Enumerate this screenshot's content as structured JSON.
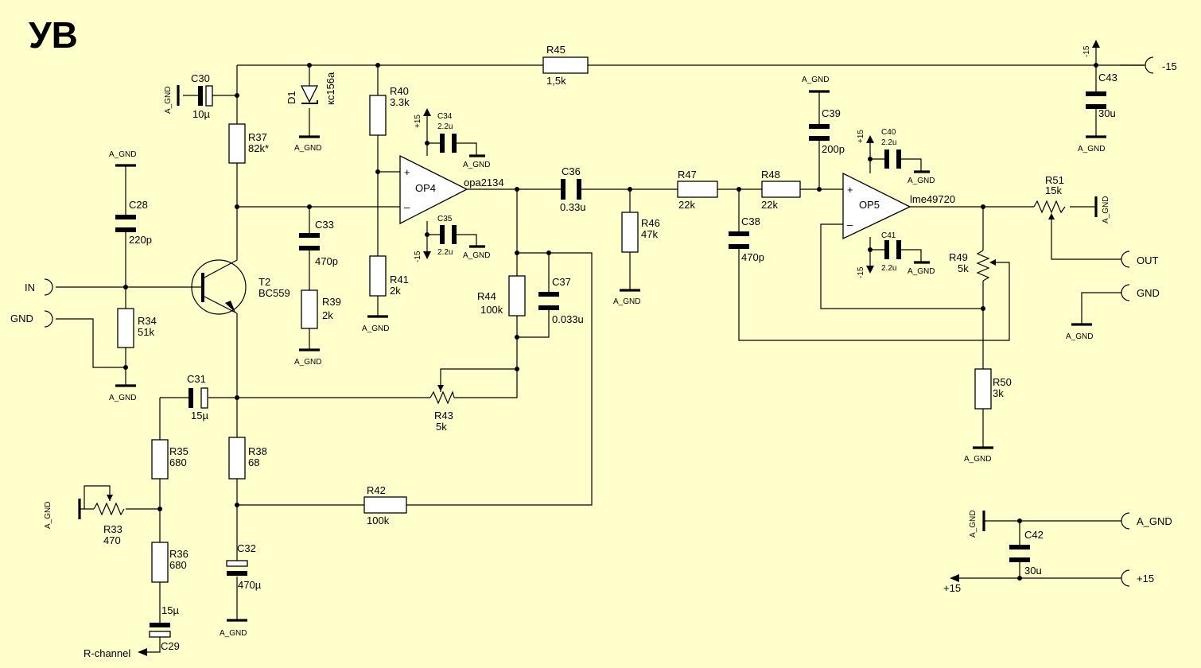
{
  "title": "УВ",
  "labels": {
    "R45": "R45",
    "R45v": "1,5k",
    "C30": "C30",
    "C30v": "10µ",
    "D1": "D1",
    "D1v": "кс156а",
    "R40": "R40",
    "R40v": "3.3k",
    "R37": "R37",
    "R37v": "82k*",
    "C28": "C28",
    "C28v": "220p",
    "C33": "C33",
    "C33v": "470p",
    "R39": "R39",
    "R39v": "2k",
    "R41": "R41",
    "R41v": "2k",
    "R34": "R34",
    "R34v": "51k",
    "T2": "T2",
    "T2v": "BC559",
    "C31": "C31",
    "C31v": "15µ",
    "R43": "R43",
    "R43v": "5k",
    "R44": "R44",
    "R44v": "100k",
    "C37": "C37",
    "C37v": "0.033u",
    "C34": "C34",
    "C34v": "2.2u",
    "C35": "C35",
    "C35v": "2.2u",
    "OP4": "OP4",
    "OP4v": "opa2134",
    "C36": "C36",
    "C36v": "0.33u",
    "R46": "R46",
    "R46v": "47k",
    "R47": "R47",
    "R47v": "22k",
    "R48": "R48",
    "R48v": "22k",
    "C38": "C38",
    "C38v": "470p",
    "C39": "C39",
    "C39v": "200p",
    "OP5": "OP5",
    "OP5v": "lme49720",
    "C40": "C40",
    "C40v": "2.2u",
    "C41": "C41",
    "C41v": "2.2u",
    "R49": "R49",
    "R49v": "5k",
    "R50": "R50",
    "R50v": "3k",
    "R51": "R51",
    "R51v": "15k",
    "C43": "C43",
    "C43v": "30u",
    "C42": "C42",
    "C42v": "30u",
    "R35": "R35",
    "R35v": "680",
    "R33": "R33",
    "R33v": "470",
    "R36": "R36",
    "R36v": "680",
    "C29": "C29",
    "C29v": "15µ",
    "R38": "R38",
    "R38v": "68",
    "C32": "C32",
    "C32v": "470µ",
    "R42": "R42",
    "R42v": "100k"
  },
  "nets": {
    "agnd": "A_GND",
    "plus15": "+15",
    "minus15": "-15",
    "rchannel": "R-channel"
  },
  "connectors": {
    "in": "IN",
    "gnd_in": "GND",
    "minus15": "-15",
    "out": "OUT",
    "gnd_out": "GND",
    "agnd": "A_GND",
    "plus15": "+15"
  },
  "op_pins": {
    "plus": "+",
    "minus": "–"
  }
}
